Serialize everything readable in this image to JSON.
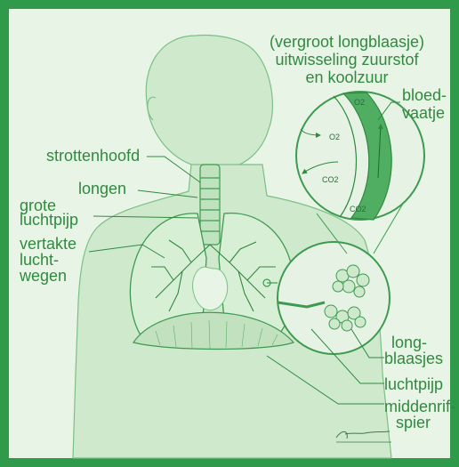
{
  "colors": {
    "frame": "#2f9a4a",
    "background": "#e8f5e6",
    "line": "#3e9a50",
    "label": "#2f8a3f",
    "vessel": "#4fae62"
  },
  "magnified_caption": {
    "line1": "(vergroot longblaasje)",
    "line2": "uitwisseling zuurstof",
    "line3": "en koolzuur"
  },
  "labels": {
    "bloedvaatje_1": "bloed-",
    "bloedvaatje_2": "vaatje",
    "strottenhoofd": "strottenhoofd",
    "longen": "longen",
    "grote_luchtpijp_1": "grote",
    "grote_luchtpijp_2": "luchtpijp",
    "vertakte_1": "vertakte",
    "vertakte_2": "lucht-",
    "vertakte_3": "wegen",
    "longblaasjes_1": "long-",
    "longblaasjes_2": "blaasjes",
    "luchtpijp": "luchtpijp",
    "middenrif_1": "middenrif-",
    "middenrif_2": "spier"
  },
  "gas_labels": {
    "o2": "O2",
    "co2": "CO2"
  },
  "signature": {
    "name": "M. Hassegher",
    "year": "07"
  }
}
